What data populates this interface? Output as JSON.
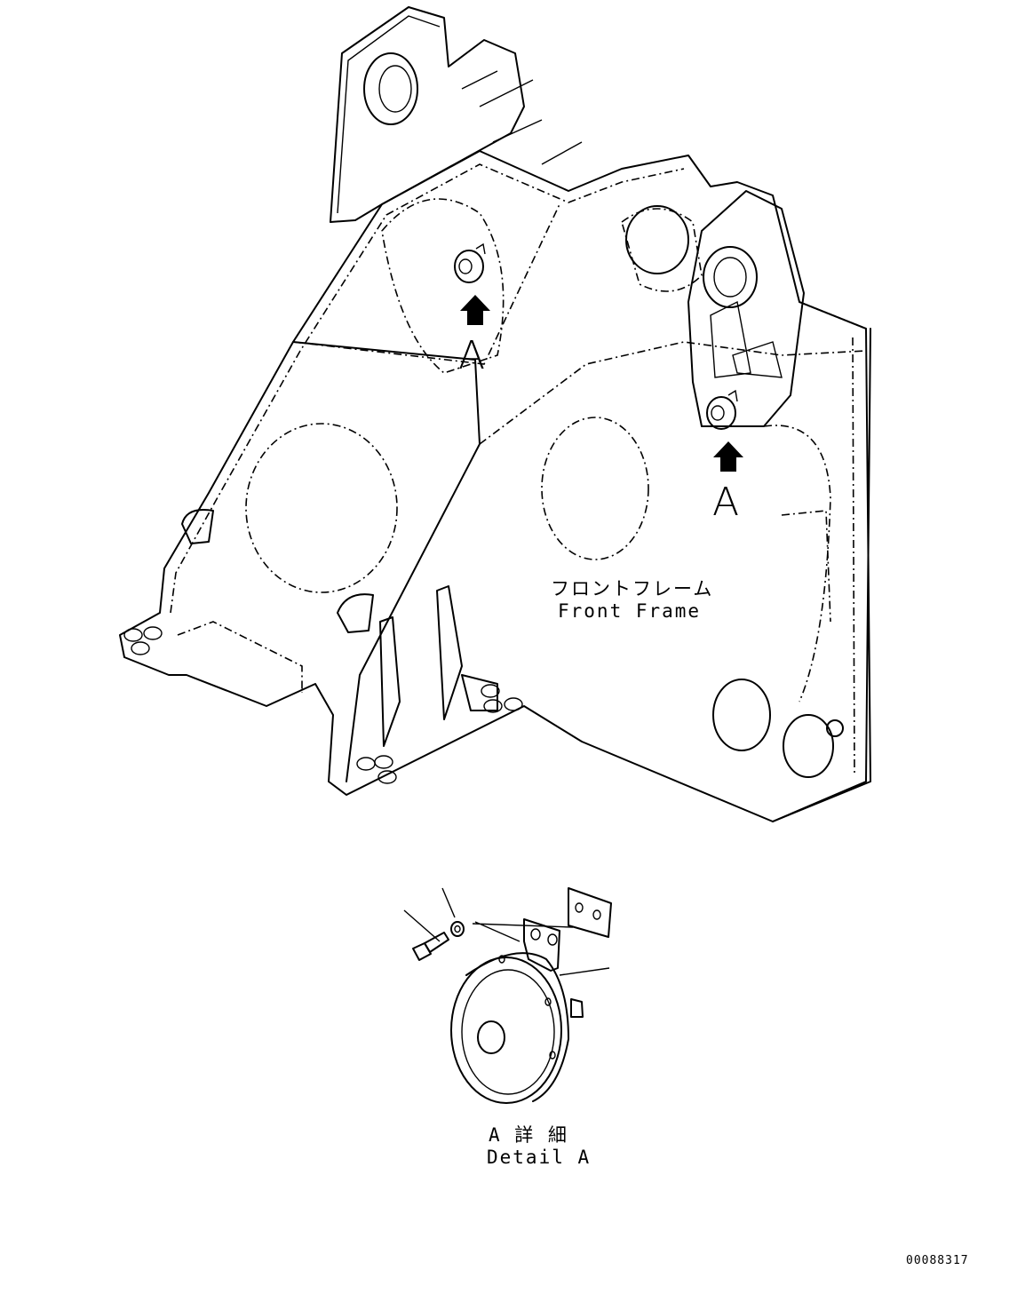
{
  "labels": {
    "callout_a_left": "A",
    "callout_a_right": "A",
    "front_frame_jp": "フロントフレーム",
    "front_frame_en": "Front Frame",
    "detail_jp": "A 詳 細",
    "detail_en": "Detail A",
    "drawing_number": "00088317"
  }
}
